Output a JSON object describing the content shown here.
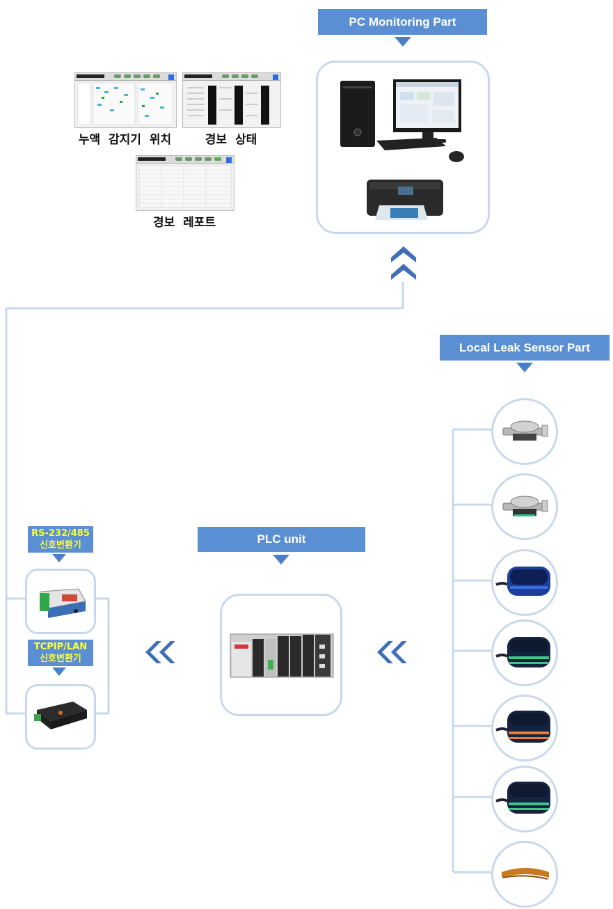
{
  "pc_part": {
    "title": "PC Monitoring Part",
    "screens": [
      {
        "caption": "누액 감지기 위치"
      },
      {
        "caption": "경보 상태"
      },
      {
        "caption": "경보 레포트"
      }
    ]
  },
  "sensor_part": {
    "title": "Local Leak Sensor Part",
    "sensors": [
      {
        "icon": "metal-clip-sensor-icon"
      },
      {
        "icon": "metal-clip-sensor-icon"
      },
      {
        "icon": "blue-puck-sensor-icon"
      },
      {
        "icon": "green-puck-sensor-icon"
      },
      {
        "icon": "orange-puck-sensor-icon"
      },
      {
        "icon": "green-puck-sensor-icon"
      },
      {
        "icon": "tape-sensor-icon"
      }
    ]
  },
  "plc": {
    "title": "PLC unit"
  },
  "converters": {
    "rs_label_line1": "RS-232/485",
    "rs_label_line2": "신호변환기",
    "tcp_label_line1": "TCPIP/LAN",
    "tcp_label_line2": "신호변환기"
  },
  "colors": {
    "banner": "#5b8fd4",
    "line": "#c8d8ec",
    "chevron": "#3f6fb5",
    "label_text": "#ffff33"
  }
}
